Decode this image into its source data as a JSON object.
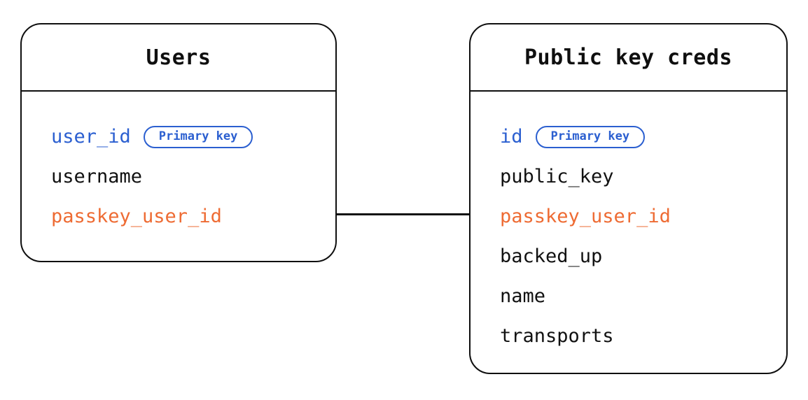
{
  "diagram": {
    "type": "entity-relationship-diagram",
    "background_color": "#ffffff",
    "colors": {
      "border": "#0f0f0f",
      "text": "#111111",
      "primary_key": "#2b5fd0",
      "foreign_key": "#ee6b33"
    },
    "entities": [
      {
        "id": "users",
        "title": "Users",
        "fields": [
          {
            "name": "user_id",
            "role": "key",
            "badge": "Primary key"
          },
          {
            "name": "username",
            "role": "plain",
            "badge": null
          },
          {
            "name": "passkey_user_id",
            "role": "fk",
            "badge": null
          }
        ]
      },
      {
        "id": "credentials",
        "title": "Public key creds",
        "fields": [
          {
            "name": "id",
            "role": "key",
            "badge": "Primary key"
          },
          {
            "name": "public_key",
            "role": "plain",
            "badge": null
          },
          {
            "name": "passkey_user_id",
            "role": "fk",
            "badge": null
          },
          {
            "name": "backed_up",
            "role": "plain",
            "badge": null
          },
          {
            "name": "name",
            "role": "plain",
            "badge": null
          },
          {
            "name": "transports",
            "role": "plain",
            "badge": null
          }
        ]
      }
    ],
    "relationships": [
      {
        "id": "users-credentials",
        "from": "users.passkey_user_id",
        "to": "credentials.passkey_user_id",
        "style": "straight-line"
      }
    ]
  }
}
